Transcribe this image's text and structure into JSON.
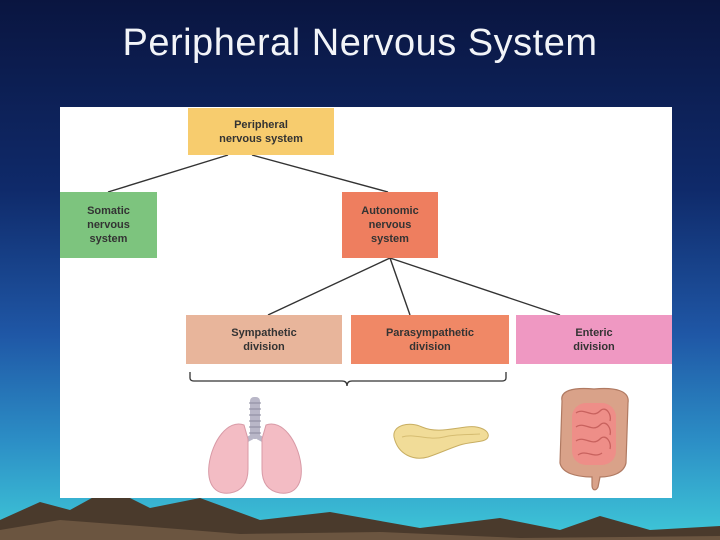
{
  "slide": {
    "title": "Peripheral Nervous System"
  },
  "diagram": {
    "root": {
      "label": "Peripheral\nnervous system",
      "color": "#f7cc6e"
    },
    "somatic": {
      "label": "Somatic\nnervous\nsystem",
      "color": "#7dc47e"
    },
    "autonomic": {
      "label": "Autonomic\nnervous\nsystem",
      "color": "#ee7e5f"
    },
    "sympathetic": {
      "label": "Sympathetic\ndivision",
      "color": "#e8b59b"
    },
    "parasympathetic": {
      "label": "Parasympathetic\ndivision",
      "color": "#f08866"
    },
    "enteric": {
      "label": "Enteric\ndivision",
      "color": "#ef98c2"
    }
  },
  "illustrations": [
    "lungs-icon",
    "pancreas-icon",
    "intestines-icon"
  ]
}
